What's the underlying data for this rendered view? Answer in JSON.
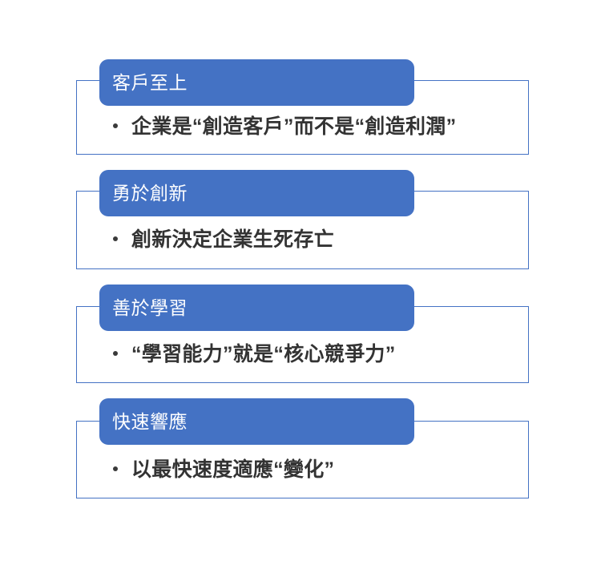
{
  "diagram": {
    "type": "vertical-block-list",
    "accent_color": "#4472C4",
    "header_text_color": "#FFFFFF",
    "body_text_color": "#333333",
    "background_color": "#FFFFFF",
    "blocks": [
      {
        "header": "客戶至上",
        "bullets": [
          "企業是“創造客戶”而不是“創造利潤”"
        ]
      },
      {
        "header": "勇於創新",
        "bullets": [
          "創新決定企業生死存亡"
        ]
      },
      {
        "header": "善於學習",
        "bullets": [
          "“學習能力”就是“核心競爭力”"
        ]
      },
      {
        "header": "快速響應",
        "bullets": [
          "以最快速度適應“變化”"
        ]
      }
    ]
  }
}
